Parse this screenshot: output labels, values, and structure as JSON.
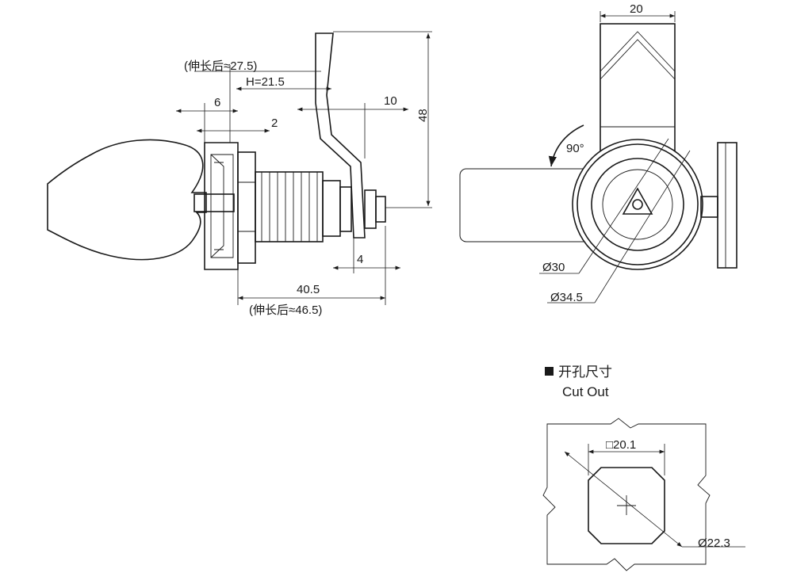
{
  "side_view": {
    "ext_len": "(伸长后≈27.5)",
    "h_dim": "H=21.5",
    "dim_6": "6",
    "dim_2": "2",
    "dim_10": "10",
    "dim_48": "48",
    "dim_4": "4",
    "dim_40_5": "40.5",
    "ext_total": "(伸长后≈46.5)"
  },
  "front_view": {
    "dim_20": "20",
    "angle": "90°",
    "dia_30": "Ø30",
    "dia_34_5": "Ø34.5"
  },
  "cutout": {
    "heading_cn": "开孔尺寸",
    "heading_en": "Cut Out",
    "square": "□20.1",
    "dia": "Ø22.3"
  }
}
